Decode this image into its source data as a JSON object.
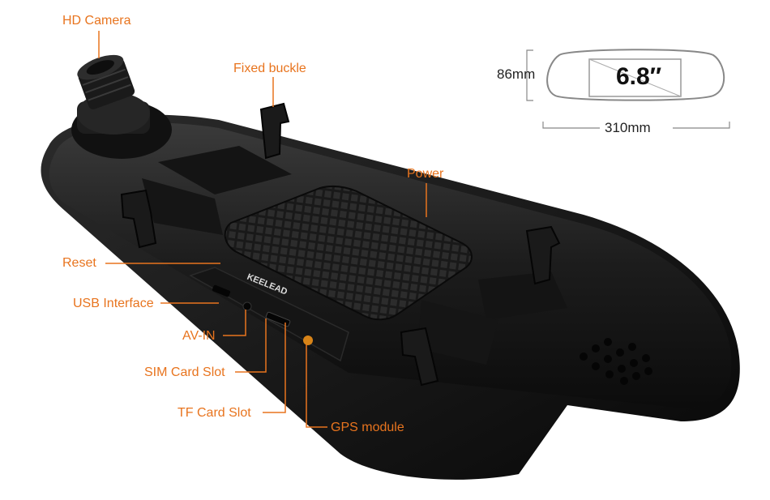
{
  "callouts": {
    "hd_camera": "HD Camera",
    "fixed_buckle": "Fixed buckle",
    "power": "Power",
    "reset": "Reset",
    "usb_interface": "USB Interface",
    "av_in": "AV-IN",
    "sim_card_slot": "SIM Card Slot",
    "tf_card_slot": "TF Card Slot",
    "gps_module": "GPS module"
  },
  "dimensions": {
    "height": "86mm",
    "width": "310mm",
    "screen_size": "6.8″"
  },
  "brand_logo": "KEELEAD",
  "colors": {
    "callout": "#e8741e",
    "device_body": "#1b1b1b",
    "background": "#ffffff"
  }
}
